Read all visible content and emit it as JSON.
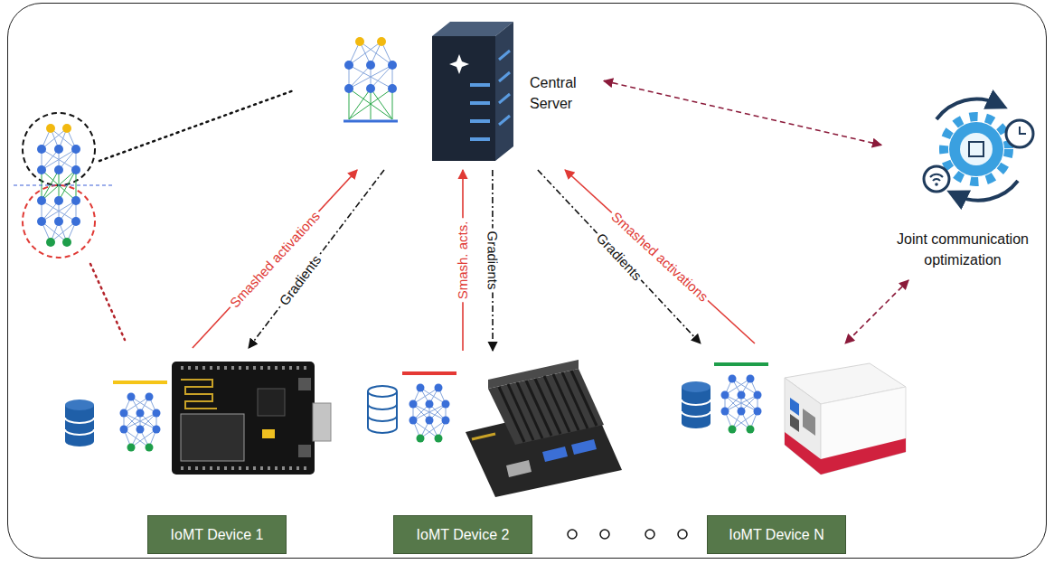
{
  "diagram": {
    "nodes": [
      {
        "text": [
          "Central Server"
        ]
      },
      {
        "text": [
          "Joint communication optimization"
        ]
      },
      {
        "text": [
          "IoMT Device 1"
        ]
      },
      {
        "text": [
          "IoMT Device 2"
        ]
      },
      {
        "text": [
          "IoMT Device N"
        ]
      }
    ],
    "edges": [
      {
        "from": 2,
        "to": 0,
        "arrow": "to",
        "label": "Smashed activations"
      },
      {
        "from": 0,
        "to": 2,
        "arrow": "to",
        "label": "Gradients"
      },
      {
        "from": 3,
        "to": 0,
        "arrow": "to",
        "label": "Smash. acts."
      },
      {
        "from": 0,
        "to": 3,
        "arrow": "to",
        "label": "Gradients"
      },
      {
        "from": 4,
        "to": 0,
        "arrow": "to",
        "label": "Smashed activations"
      },
      {
        "from": 0,
        "to": 4,
        "arrow": "to",
        "label": "Gradients"
      },
      {
        "from": 0,
        "to": 1,
        "arrow": "both"
      },
      {
        "from": 1,
        "to": 4,
        "arrow": "both"
      }
    ]
  }
}
